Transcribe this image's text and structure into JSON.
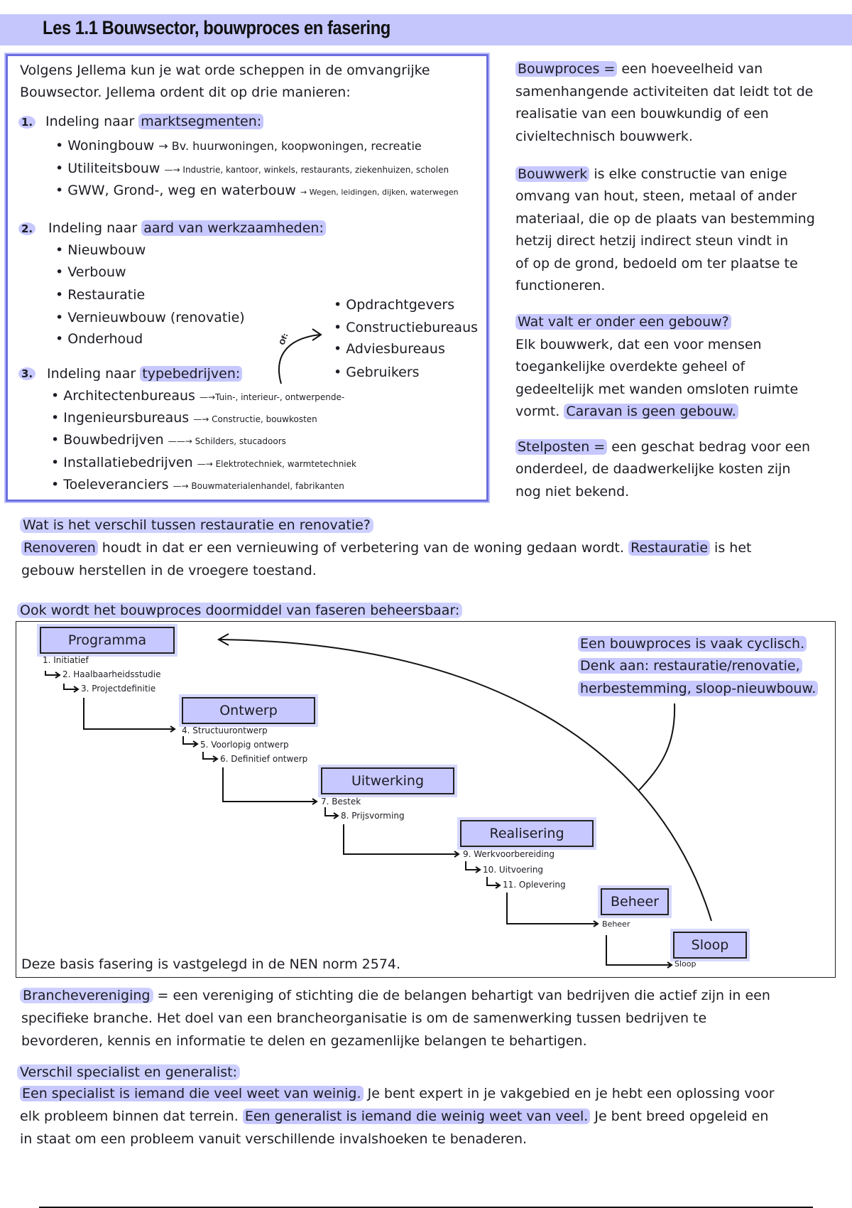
{
  "title": "Les 1.1 Bouwsector, bouwproces en fasering",
  "left_box": {
    "intro_1": "Volgens Jellema kun je wat orde scheppen in de omvangrijke",
    "intro_2": "Bouwsector. Jellema ordent dit op drie manieren:",
    "s1_num": "1.",
    "s1_pre": "Indeling naar ",
    "s1_hl": "marktsegmenten:",
    "s1_items": [
      {
        "label": "Woningbouw",
        "note": "→ Bv. huurwoningen, koopwoningen, recreatie"
      },
      {
        "label": "Utiliteitsbouw",
        "note": "—→ Industrie, kantoor, winkels, restaurants, ziekenhuizen, scholen"
      },
      {
        "label": "GWW, Grond-, weg en waterbouw",
        "note": "→ Wegen, leidingen, dijken, waterwegen"
      }
    ],
    "s2_num": "2.",
    "s2_pre": "Indeling naar ",
    "s2_hl": "aard van werkzaamheden:",
    "s2_items": [
      "Nieuwbouw",
      "Verbouw",
      "Restauratie",
      "Vernieuwbouw (renovatie)",
      "Onderhoud"
    ],
    "arrow_label": "Of:",
    "s2_side": [
      "Opdrachtgevers",
      "Constructiebureaus",
      "Adviesbureaus",
      "Gebruikers"
    ],
    "s3_num": "3.",
    "s3_pre": "Indeling naar ",
    "s3_hl": "typebedrijven:",
    "s3_items": [
      {
        "label": "Architectenbureaus",
        "note": "—→Tuin-, interieur-, ontwerpende-"
      },
      {
        "label": "Ingenieursbureaus",
        "note": "—→ Constructie, bouwkosten"
      },
      {
        "label": "Bouwbedrijven",
        "note": "——→ Schilders, stucadoors"
      },
      {
        "label": "Installatiebedrijven",
        "note": "—→ Elektrotechniek, warmtetechniek"
      },
      {
        "label": "Toeleveranciers",
        "note": "—→ Bouwmaterialenhandel, fabrikanten"
      }
    ]
  },
  "right_col": {
    "bouwproces_term": "Bouwproces =",
    "bouwproces_lines": [
      " een hoeveelheid van",
      "samenhangende activiteiten dat leidt tot de",
      "realisatie van een bouwkundig of een",
      "civieltechnisch bouwwerk."
    ],
    "bouwwerk_term": "Bouwwerk",
    "bouwwerk_lines": [
      " is elke constructie van enige",
      "omvang van hout, steen, metaal of ander",
      "materiaal, die op de plaats van bestemming",
      "hetzij direct hetzij indirect steun vindt in",
      "of op de grond, bedoeld om ter plaatse te",
      "functioneren."
    ],
    "gebouw_q": "Wat valt er onder een gebouw?",
    "gebouw_lines": [
      "Elk bouwwerk, dat een voor mensen",
      "toegankelijke overdekte geheel of",
      "gedeeltelijk met wanden omsloten ruimte"
    ],
    "gebouw_last_pre": "vormt. ",
    "gebouw_last_hl": "Caravan is geen gebouw.",
    "stelposten_term": "Stelposten =",
    "stelposten_lines": [
      " een geschat bedrag voor een",
      "onderdeel, de daadwerkelijke kosten zijn",
      "nog niet bekend."
    ]
  },
  "restauratie": {
    "question": "Wat is het verschil tussen restauratie en renovatie?",
    "l1_hl1": "Renoveren",
    "l1_mid": " houdt in dat er een vernieuwing of verbetering van de woning gedaan wordt. ",
    "l1_hl2": "Restauratie",
    "l1_end": " is het",
    "l2": "gebouw herstellen in de vroegere toestand."
  },
  "fasering": {
    "heading": "Ook wordt het bouwproces doormiddel van faseren beheersbaar:",
    "cyclisch": [
      "Een bouwproces is vaak cyclisch.",
      "Denk aan: restauratie/renovatie,",
      "herbestemming, sloop-nieuwbouw."
    ],
    "phases": [
      "Programma",
      "Ontwerp",
      "Uitwerking",
      "Realisering",
      "Beheer",
      "Sloop"
    ],
    "steps": [
      "1. Initiatief",
      "2. Haalbaarheidsstudie",
      "3. Projectdefinitie",
      "4. Structuurontwerp",
      "5. Voorlopig ontwerp",
      "6. Definitief ontwerp",
      "7. Bestek",
      "8. Prijsvorming",
      "9. Werkvoorbereiding",
      "10. Uitvoering",
      "11. Oplevering",
      "Beheer",
      "Sloop"
    ],
    "nen": "Deze basis fasering is vastgelegd in de NEN norm 2574."
  },
  "branche": {
    "term": "Branchevereniging",
    "l1": " = een vereniging of stichting die de belangen behartigt van bedrijven die actief zijn in een",
    "l2": "specifieke branche. Het doel van een brancheorganisatie is om de samenwerking tussen bedrijven te",
    "l3": "bevorderen, kennis en informatie te delen en gezamenlijke belangen te behartigen."
  },
  "specialist": {
    "heading": "Verschil specialist en generalist:",
    "l1_hl": "Een specialist is iemand die veel weet van weinig.",
    "l1_rest": " Je bent expert in je vakgebied en je hebt een oplossing voor",
    "l2_pre": "elk probleem binnen dat terrein. ",
    "l2_hl": "Een generalist is iemand die weinig weet van veel.",
    "l2_rest": " Je bent breed opgeleid en",
    "l3": "in staat om een probleem vanuit verschillende invalshoeken te benaderen."
  },
  "colors": {
    "highlight": "#c7c8ff",
    "title_bar": "#c4c6fc",
    "box_border": "#6a6ee0"
  }
}
